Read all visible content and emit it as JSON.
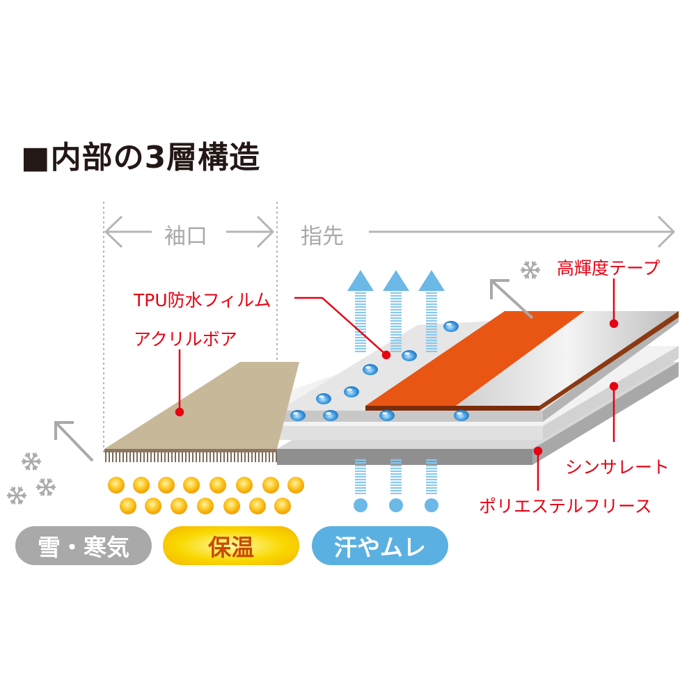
{
  "title": "■内部の3層構造",
  "sections": {
    "cuff": "袖口",
    "fingertip": "指先"
  },
  "labels": {
    "tpu_film": "TPU防水フィルム",
    "acrylic_boa": "アクリルボア",
    "high_brightness_tape": "高輝度テープ",
    "thinsulate": "シンサレート",
    "polyester_fleece": "ポリエステルフリース"
  },
  "badges": {
    "snow_cold": "雪・寒気",
    "warmth": "保温",
    "sweat": "汗やムレ"
  },
  "colors": {
    "callout_red": "#e60012",
    "tape_orange": "#e95513",
    "boa_beige": "#c8b89a",
    "badge_gray": "#a9a9a9",
    "badge_yellow": "#f7c800",
    "badge_blue": "#5bb0e2",
    "vapor_blue": "#6cb8e6",
    "warmth_dot": "#fbc21b"
  },
  "icons": [
    "snowflake-icon",
    "arrow-up-left-icon",
    "vapor-arrow-icon",
    "water-droplet-icon",
    "warmth-dot-icon"
  ]
}
